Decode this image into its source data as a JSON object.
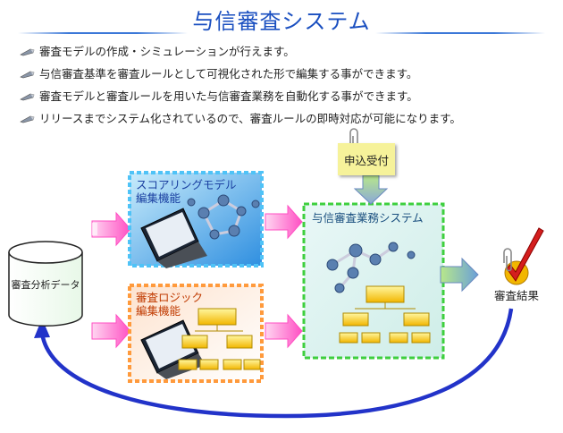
{
  "title": "与信審査システム",
  "bullets": [
    "審査モデルの作成・シミュレーションが行えます。",
    "与信審査基準を審査ルールとして可視化された形で編集する事ができます。",
    "審査モデルと審査ルールを用いた与信審査業務を自動化する事ができます。",
    "リリースまでシステム化されているので、審査ルールの即時対応が可能になります。"
  ],
  "diagram": {
    "database_label": "審査分析データ",
    "scoring_box": {
      "line1": "スコアリングモデル",
      "line2": "編集機能"
    },
    "logic_box": {
      "line1": "審査ロジック",
      "line2": "編集機能"
    },
    "system_box": {
      "label": "与信審査業務システム"
    },
    "application_note": "申込受付",
    "result_note": "審査結果"
  },
  "colors": {
    "title": "#1a4fc0",
    "scoring_border": "#4fc3f7",
    "scoring_text": "#1a3fa0",
    "logic_border": "#ff9a3c",
    "logic_text": "#c03a00",
    "system_border": "#3ecf3e",
    "system_text": "#1a4f7f",
    "loop_arrow": "#2233c9",
    "pink_arrow": "#ff4fc3",
    "green_arrow": "#8ed04a"
  }
}
